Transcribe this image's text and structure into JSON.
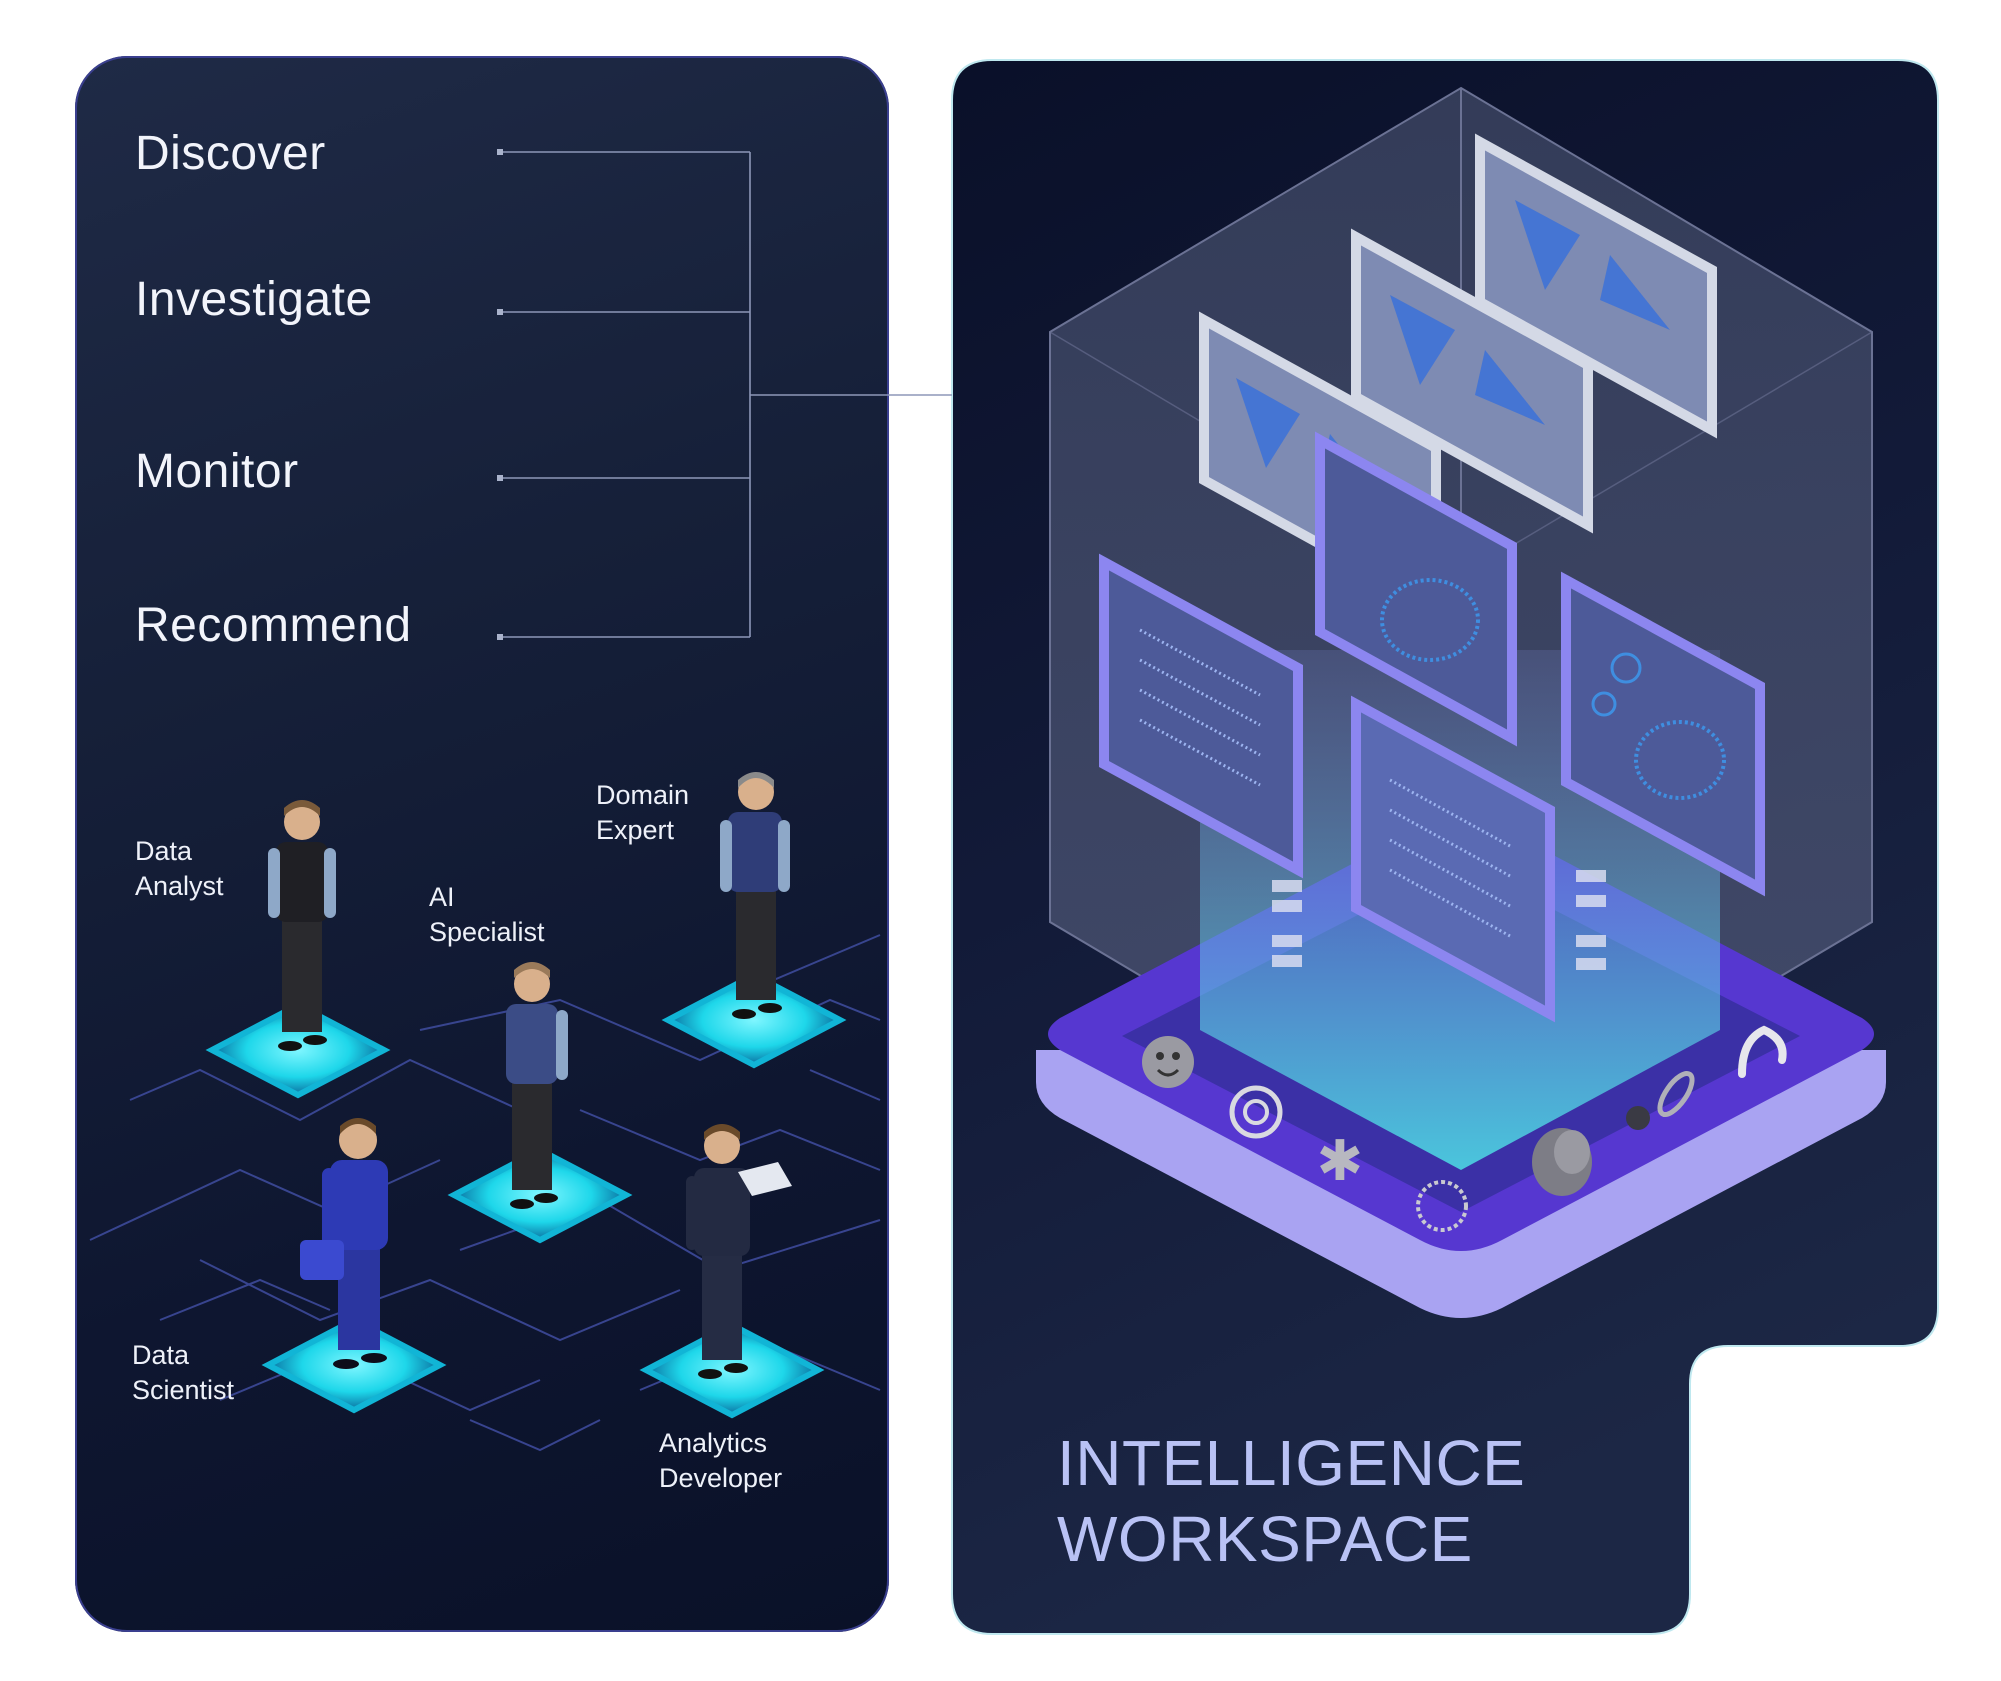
{
  "stages": [
    "Discover",
    "Investigate",
    "Monitor",
    "Recommend"
  ],
  "roles": {
    "data_analyst": [
      "Data",
      "Analyst"
    ],
    "ai_specialist": [
      "AI",
      "Specialist"
    ],
    "domain_expert": [
      "Domain",
      "Expert"
    ],
    "data_scientist": [
      "Data",
      "Scientist"
    ],
    "analytics_developer": [
      "Analytics",
      "Developer"
    ]
  },
  "workspace": {
    "title_line1": "INTELLIGENCE",
    "title_line2": "WORKSPACE"
  },
  "colors": {
    "panel_dark": "#0e1630",
    "platform_purple": "#5b3fd6",
    "glow_cyan": "#22e0ef",
    "title_lavender": "#b9c2f5"
  },
  "icons": [
    "hugging-face-icon",
    "openai-icon",
    "palm-tree-icon",
    "brain-icon",
    "meta-icon",
    "chain-icon",
    "anthropic-icon"
  ]
}
